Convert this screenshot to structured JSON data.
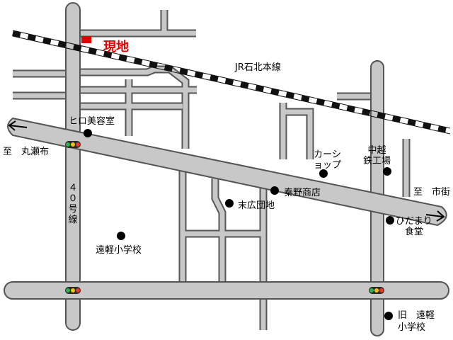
{
  "site": {
    "label": "現地",
    "color": "#e00000"
  },
  "railway": {
    "label": "JR石北本線"
  },
  "roads": {
    "route40": "４０号線",
    "to_maruseppu": "至　丸瀬布",
    "to_town": "至　市街"
  },
  "places": {
    "hiro": "ヒロ美容室",
    "car_shop_line1": "カーシ",
    "car_shop_line2": "ョップ",
    "nakakoshi_line1": "中越",
    "nakakoshi_line2": "鉄工場",
    "hatano": "秦野商店",
    "suehiro": "末広団地",
    "hidamari_line1": "ひだまり",
    "hidamari_line2": "食堂",
    "engaru_school": "遠軽小学校",
    "old_school_line1": "旧　遠軽",
    "old_school_line2": "小学校"
  },
  "signal_colors": {
    "green": "#2fb24a",
    "yellow": "#f2c21b",
    "red": "#e23b2b"
  },
  "colors": {
    "road_fill": "#c8c8c8",
    "road_edge": "#555555",
    "rail_dash": "#111111"
  }
}
